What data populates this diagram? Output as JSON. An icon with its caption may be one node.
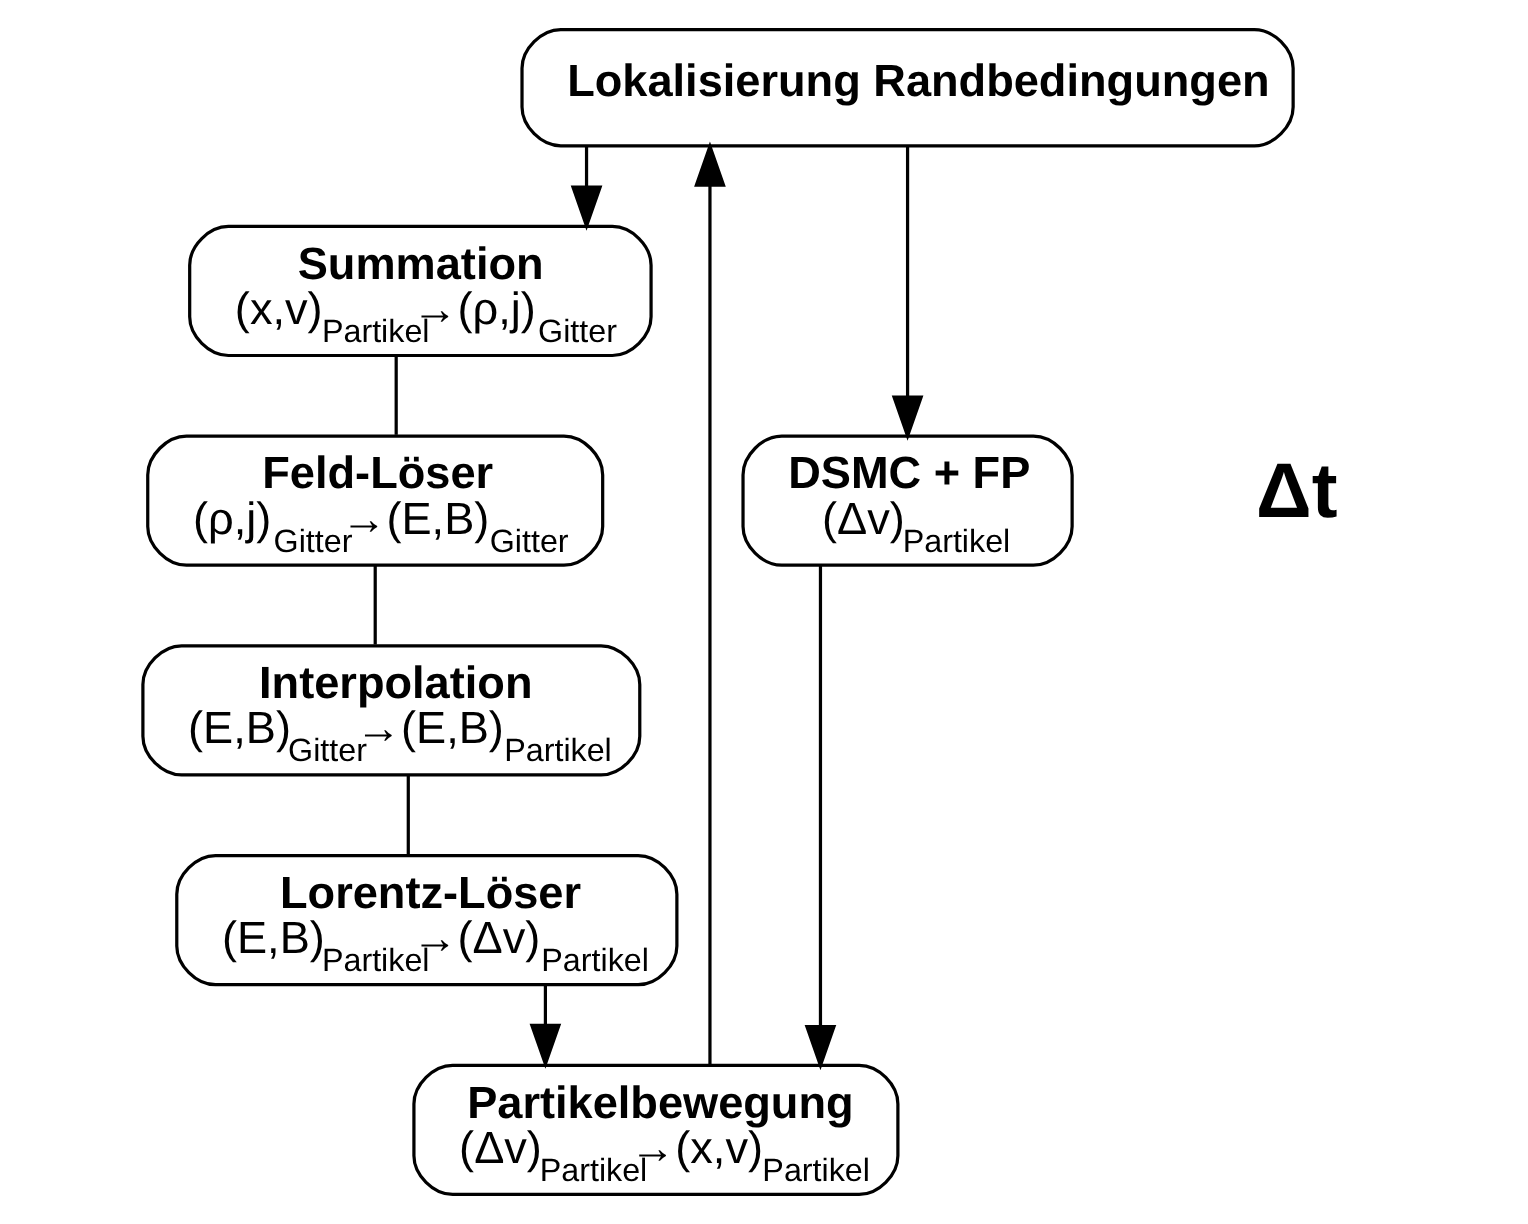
{
  "diagram": {
    "nodes": [
      {
        "text": [
          "Lokalisierung Randbedingungen"
        ]
      },
      {
        "text": [
          "Summation",
          "(x,v)$_{Partikel}$→(ρ,j)$_{Gitter}$"
        ]
      },
      {
        "text": [
          "Feld-Löser",
          "(ρ,j)$_{Gitter}$→(E,B)$_{Gitter}$"
        ]
      },
      {
        "text": [
          "Interpolation",
          "(E,B)$_{Gitter}$→(E,B)$_{Partikel}$"
        ]
      },
      {
        "text": [
          "Lorentz-Löser",
          "(E,B)$_{Partikel}$→(Δv)$_{Partikel}$"
        ]
      },
      {
        "text": [
          "DSMC + FP",
          "(Δv)$_{Partikel}$"
        ]
      },
      {
        "text": [
          "Partikelbewegung",
          "(Δv)$_{Partikel}$→(x,v)$_{Partikel}$"
        ]
      }
    ],
    "edges": [
      {
        "from": 0,
        "to": 1,
        "arrow": "to"
      },
      {
        "from": 1,
        "to": 2,
        "arrow": "none"
      },
      {
        "from": 2,
        "to": 3,
        "arrow": "none"
      },
      {
        "from": 3,
        "to": 4,
        "arrow": "none"
      },
      {
        "from": 0,
        "to": 5,
        "arrow": "to"
      },
      {
        "from": 4,
        "to": 6,
        "arrow": "to"
      },
      {
        "from": 5,
        "to": 6,
        "arrow": "to"
      },
      {
        "from": 6,
        "to": 0,
        "arrow": "to"
      }
    ],
    "labels": [
      "Δt"
    ]
  }
}
